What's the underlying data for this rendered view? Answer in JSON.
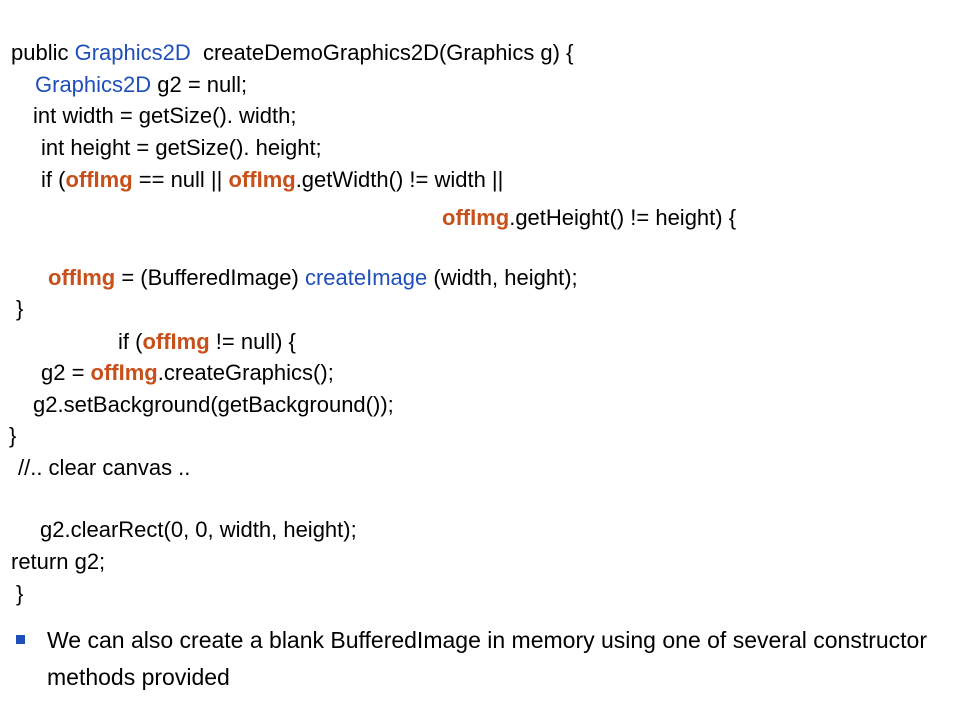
{
  "colors": {
    "type_blue": "#1F4FB8",
    "variable_orange": "#C7501B",
    "bullet_blue": "#1F4FB8"
  },
  "code": {
    "l1_a": "public ",
    "l1_b": "Graphics2D",
    "l1_c": "  createDemoGraphics2D(Graphics g) {",
    "l2_a": "Graphics2D",
    "l2_b": " g2 = null;",
    "l3": "int width = getSize(). width;",
    "l4": "int height = getSize(). height;",
    "l5_a": "if (",
    "l5_b": "offImg",
    "l5_c": " == null || ",
    "l5_d": "offImg",
    "l5_e": ".getWidth() != width ||",
    "l6_a": "offImg",
    "l6_b": ".getHeight() != height) {",
    "l7_a": "offImg",
    "l7_b": " = (BufferedImage) ",
    "l7_c": "createImage",
    "l7_d": " (width, height);",
    "l8": "}",
    "l9_a": "if (",
    "l9_b": "offImg",
    "l9_c": " != null) {",
    "l10_a": "g2 = ",
    "l10_b": "offImg",
    "l10_c": ".createGraphics();",
    "l11": "g2.setBackground(getBackground());",
    "l12": "}",
    "l13": "//.. clear canvas ..",
    "l14": "g2.clearRect(0, 0, width, height);",
    "l15": "return g2;",
    "l16": "}"
  },
  "bullet": {
    "text": "We can also create a blank BufferedImage in memory using one of several constructor methods provided"
  }
}
